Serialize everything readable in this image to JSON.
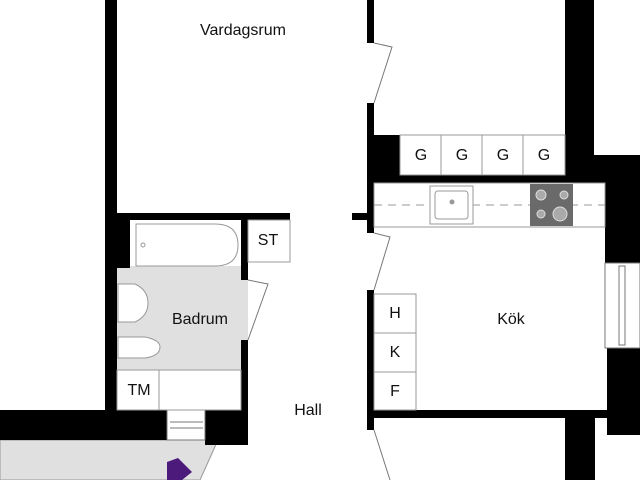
{
  "rooms": {
    "living": "Vardagsrum",
    "bath": "Badrum",
    "kitchen": "Kök",
    "hall": "Hall"
  },
  "fixtures": {
    "storage": "ST",
    "washer": "TM",
    "wardrobes": [
      "G",
      "G",
      "G",
      "G"
    ],
    "kitchen_units": [
      "H",
      "K",
      "F"
    ]
  },
  "colors": {
    "wall": "#000000",
    "wet_room": "#e0e0e0",
    "stove": "#6a6a6a",
    "entrance_arrow": "#4b1a7a"
  }
}
